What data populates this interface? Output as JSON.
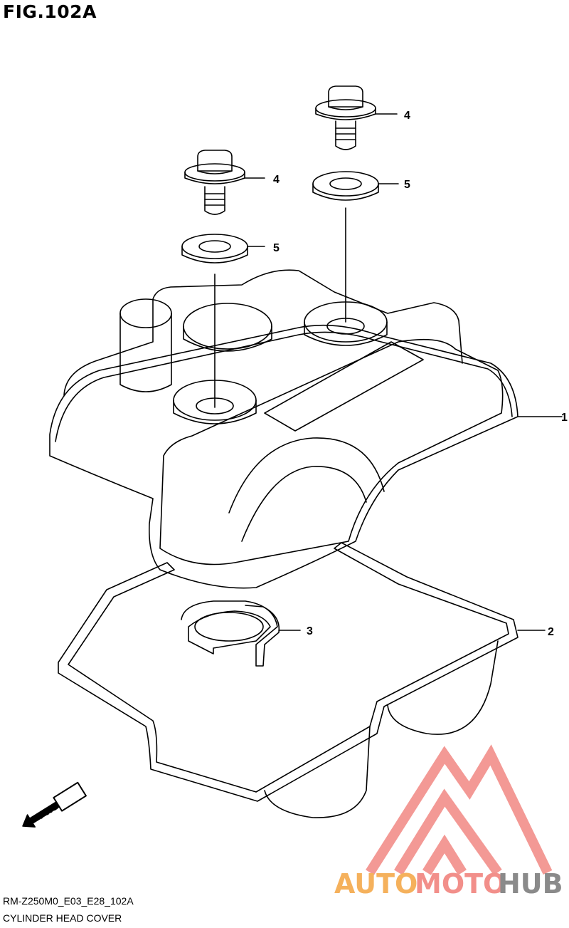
{
  "figure": {
    "title": "FIG.102A"
  },
  "callouts": [
    {
      "number": "1"
    },
    {
      "number": "2"
    },
    {
      "number": "3"
    },
    {
      "number": "4"
    },
    {
      "number": "5"
    },
    {
      "number": "4"
    },
    {
      "number": "5"
    }
  ],
  "fwd_arrow": {
    "label": "FWD"
  },
  "watermark": {
    "part1": "AUTO",
    "part2": "MOTO",
    "part3": "HUB",
    "colors": {
      "triangle": "#f28f8a",
      "auto": "#f5b15c",
      "moto": "#f28f8a",
      "hub": "#8a8a8a"
    }
  },
  "caption": {
    "code": "RM-Z250M0_E03_E28_102A",
    "name": "CYLINDER HEAD COVER"
  }
}
